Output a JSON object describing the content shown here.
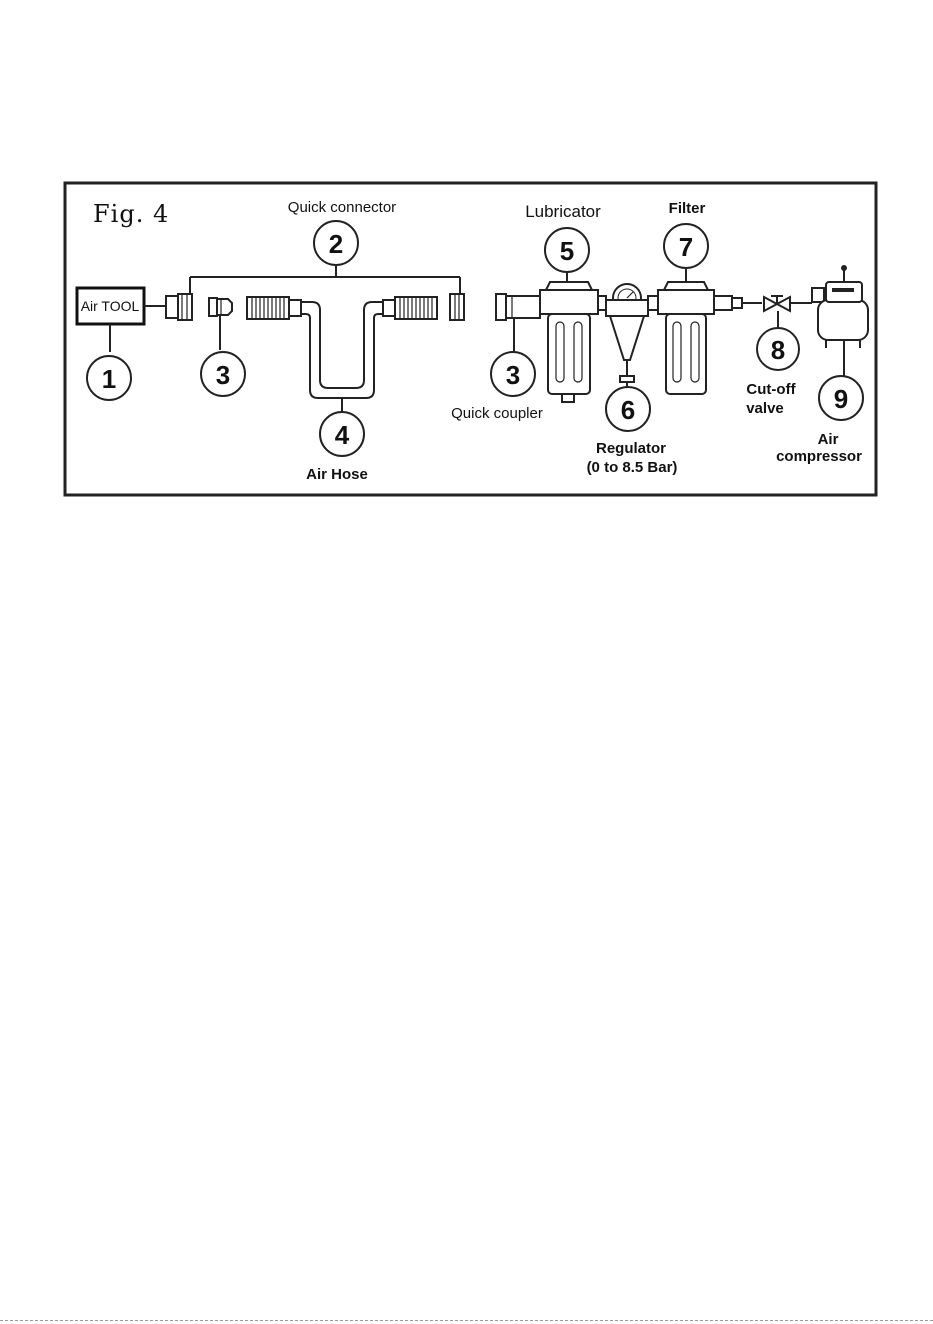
{
  "figure": {
    "title": "Fig. 4",
    "tool_box_label": "Air TOOL",
    "labels": {
      "quick_connector": "Quick connector",
      "lubricator": "Lubricator",
      "filter": "Filter",
      "air_hose": "Air Hose",
      "quick_coupler": "Quick coupler",
      "regulator_line1": "Regulator",
      "regulator_line2": "(0 to 8.5 Bar)",
      "cutoff_line1": "Cut-off",
      "cutoff_line2": "valve",
      "compressor_line1": "Air",
      "compressor_line2": "compressor"
    },
    "callouts": {
      "n1": "1",
      "n2": "2",
      "n3a": "3",
      "n3b": "3",
      "n4": "4",
      "n5": "5",
      "n6": "6",
      "n7": "7",
      "n8": "8",
      "n9": "9"
    }
  }
}
